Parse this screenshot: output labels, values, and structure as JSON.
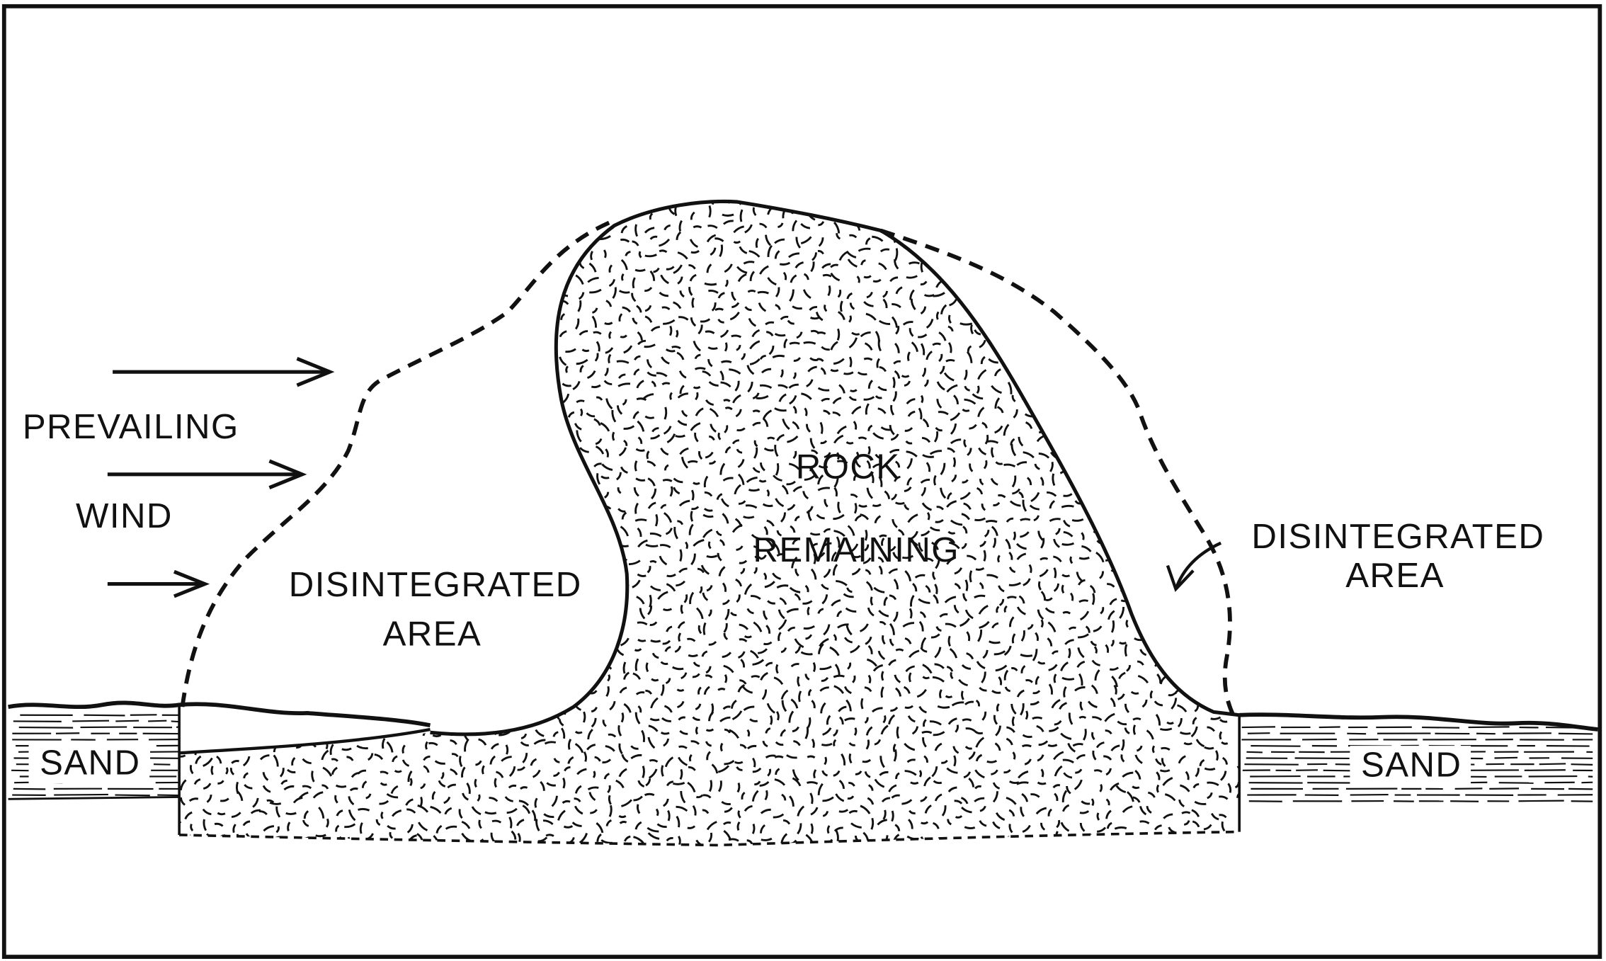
{
  "labels": {
    "prevailing": "PREVAILING",
    "wind": "WIND",
    "left_area_line1": "DISINTEGRATED",
    "left_area_line2": "AREA",
    "rock_line1": "ROCK",
    "rock_line2": "REMAINING",
    "right_area_line1": "DISINTEGRATED",
    "right_area_line2": "AREA",
    "sand_left": "SAND",
    "sand_right": "SAND"
  },
  "colors": {
    "ink": "#111111",
    "paper": "#ffffff"
  }
}
